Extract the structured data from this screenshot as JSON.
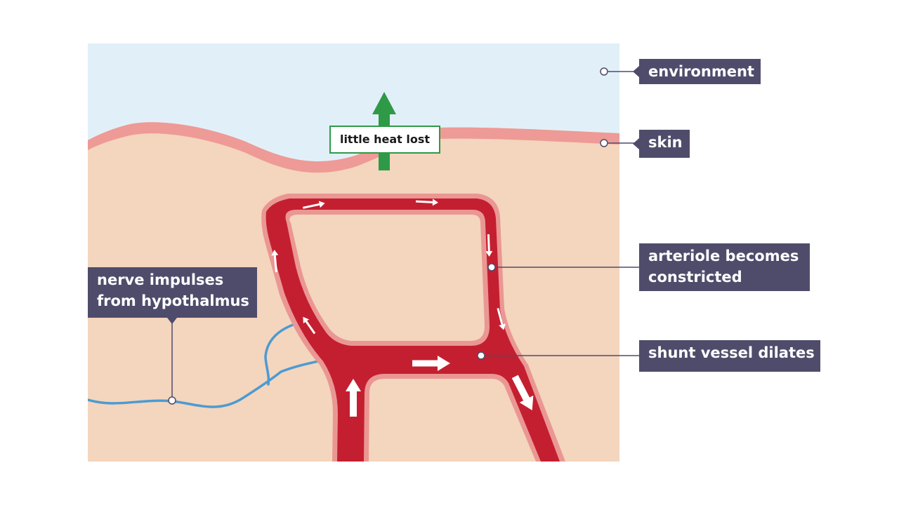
{
  "labels": {
    "environment": "environment",
    "skin": "skin",
    "arteriole": [
      "arteriole becomes",
      "constricted"
    ],
    "shunt": "shunt vessel dilates",
    "nerve": [
      "nerve impulses",
      "from hypothalmus"
    ],
    "heat": "little heat lost"
  },
  "colors": {
    "environment": "#e1f0f8",
    "tissue": "#f4d5bd",
    "skin": "#ee9a96",
    "vessel": "#c41f30",
    "vessel_edge": "#ea9794",
    "nerve": "#4b9bd2",
    "label_bg": "#4f4c6b",
    "heat_arrow": "#2e9a47"
  }
}
